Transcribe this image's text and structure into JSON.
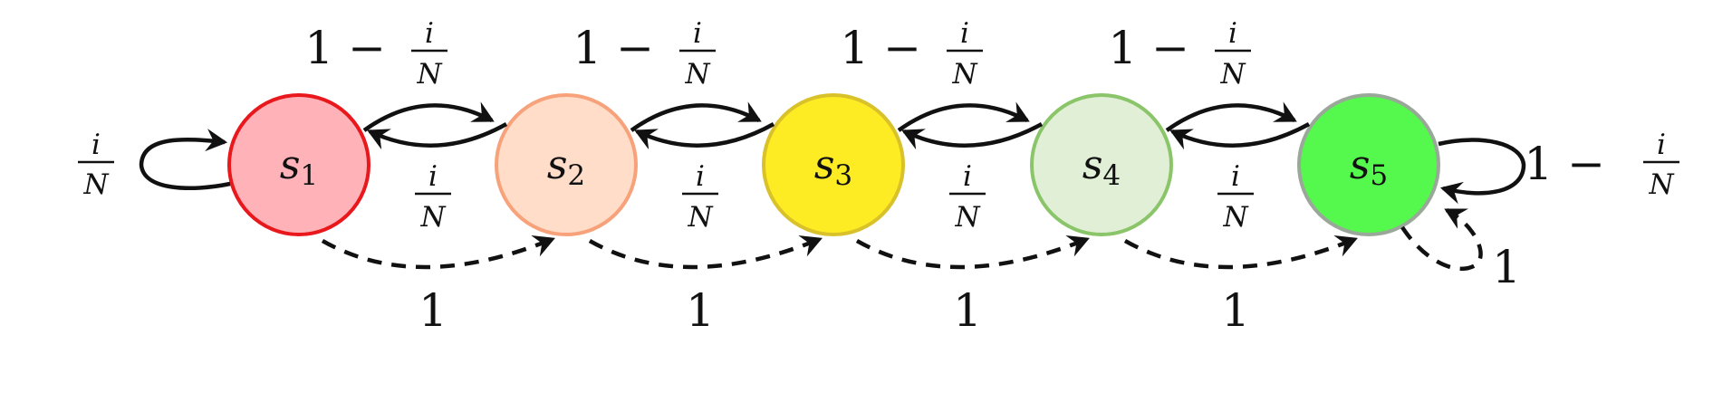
{
  "nodes": [
    {
      "id": "s1",
      "letter": "s",
      "sub": "1",
      "fill": "#ffb3b8",
      "stroke": "#e8181c"
    },
    {
      "id": "s2",
      "letter": "s",
      "sub": "2",
      "fill": "#ffddc9",
      "stroke": "#f7a27a"
    },
    {
      "id": "s3",
      "letter": "s",
      "sub": "3",
      "fill": "#fdec24",
      "stroke": "#d9c12a"
    },
    {
      "id": "s4",
      "letter": "s",
      "sub": "4",
      "fill": "#e0efd5",
      "stroke": "#8bc56a"
    },
    {
      "id": "s5",
      "letter": "s",
      "sub": "5",
      "fill": "#55f84c",
      "stroke": "#9aa89a"
    }
  ],
  "labels": {
    "one": "1",
    "minus": "−",
    "frac_num": "i",
    "frac_den": "N"
  },
  "edges": {
    "forward": [
      "1 − i/N",
      "1 − i/N",
      "1 − i/N",
      "1 − i/N"
    ],
    "backward": [
      "i/N",
      "i/N",
      "i/N",
      "i/N"
    ],
    "dashed": [
      "1",
      "1",
      "1",
      "1",
      "1"
    ],
    "self_loop_s1": "i/N",
    "self_loop_s5": "1 − i/N"
  }
}
